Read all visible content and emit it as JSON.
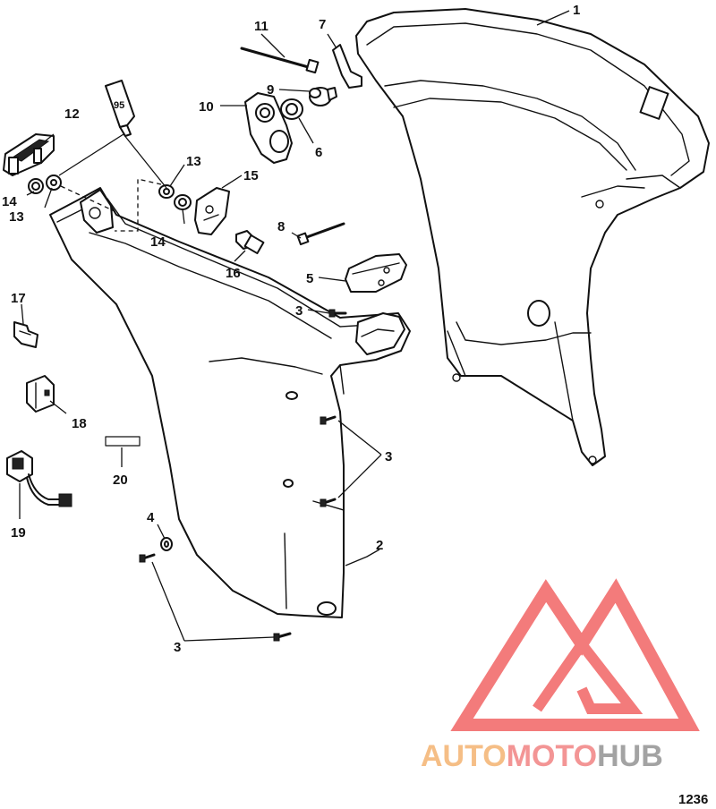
{
  "callouts": {
    "n1": "1",
    "n2": "2",
    "n3a": "3",
    "n3b": "3",
    "n3c": "3",
    "n4": "4",
    "n5": "5",
    "n6": "6",
    "n7": "7",
    "n8": "8",
    "n9": "9",
    "n10": "10",
    "n11": "11",
    "n12": "12",
    "n13a": "13",
    "n13b": "13",
    "n14a": "14",
    "n14b": "14",
    "n15": "15",
    "n16": "16",
    "n17": "17",
    "n18": "18",
    "n19": "19",
    "n20": "20"
  },
  "sealant_tube_label": "95",
  "figure_number": "1236",
  "watermark": {
    "part1": "AUTO",
    "part2": "MOTO",
    "part3": "HUB",
    "color1": "#f5b87a",
    "color2": "#f28a8a",
    "color3": "#9a9a9a",
    "logo_color": "#f26d6d"
  }
}
